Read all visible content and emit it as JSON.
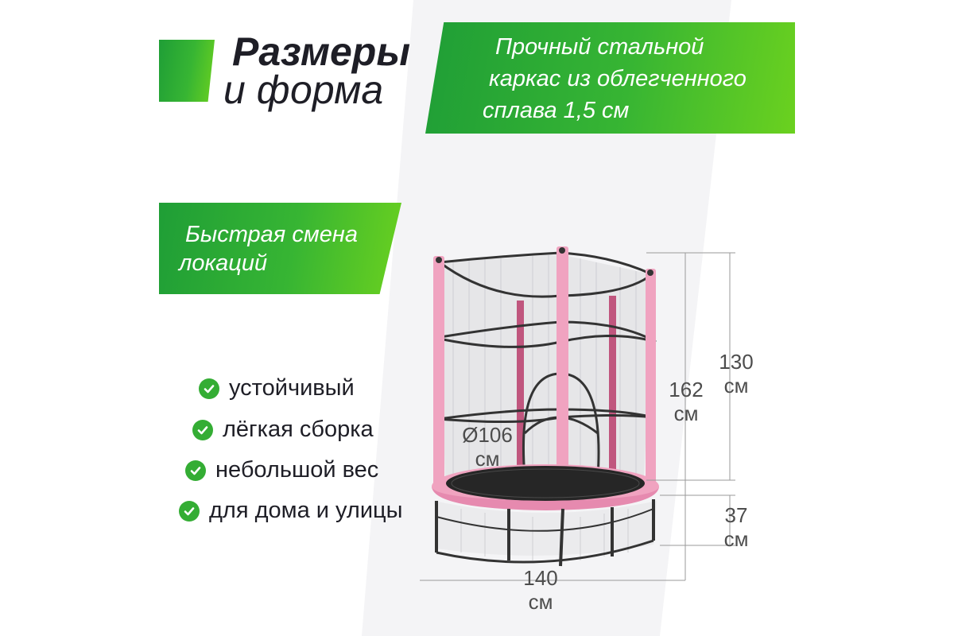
{
  "title": {
    "line1": "Размеры",
    "line2": "и форма"
  },
  "frame_banner": {
    "lines": [
      "Прочный стальной",
      "каркас из облегченного",
      "сплава 1,5 см"
    ]
  },
  "mobility_banner": {
    "lines": [
      "Быстрая смена",
      "локаций"
    ]
  },
  "features": [
    {
      "icon": "check-circle-icon",
      "label": "устойчивый"
    },
    {
      "icon": "check-circle-icon",
      "label": "лёгкая сборка"
    },
    {
      "icon": "check-circle-icon",
      "label": "небольшой вес"
    },
    {
      "icon": "check-circle-icon",
      "label": "для дома и улицы"
    }
  ],
  "dimensions": {
    "diameter": {
      "value": "Ø106",
      "unit": "см"
    },
    "total_height": {
      "value": "162",
      "unit": "см"
    },
    "net_height": {
      "value": "130",
      "unit": "см"
    },
    "frame_height": {
      "value": "37",
      "unit": "см"
    },
    "width": {
      "value": "140",
      "unit": "см"
    }
  },
  "colors": {
    "accent_green": "#37b533",
    "trampoline_pink": "#f0a3c0",
    "frame_dark": "#333333"
  }
}
